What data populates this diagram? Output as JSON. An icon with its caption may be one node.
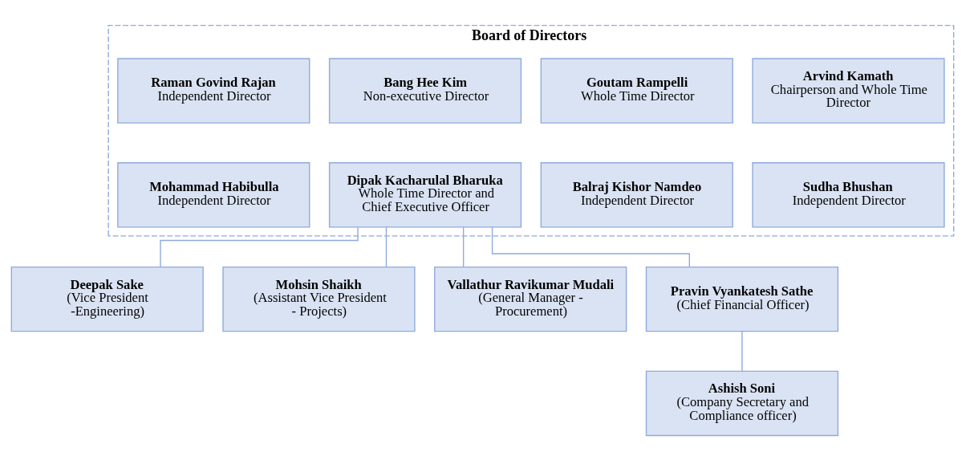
{
  "diagram": {
    "nodes": [
      {
        "text": [
          "Board of Directors"
        ]
      },
      {
        "text": [
          "Arvind Kamath",
          "Chairperson and Whole Time Director"
        ],
        "in": 0
      },
      {
        "text": [
          "Goutam Rampelli",
          "Whole Time Director"
        ],
        "in": 0
      },
      {
        "text": [
          "Bang Hee Kim",
          "Non-executive Director"
        ],
        "in": 0
      },
      {
        "text": [
          "Raman Govind Rajan",
          "Independent Director"
        ],
        "in": 0
      },
      {
        "text": [
          "Sudha Bhushan",
          "Independent Director"
        ],
        "in": 0
      },
      {
        "text": [
          "Balraj Kishor Namdeo",
          "Independent Director"
        ],
        "in": 0
      },
      {
        "text": [
          "Dipak Kacharulal Bharuka",
          "Whole Time Director and Chief Executive Officer"
        ],
        "in": 0
      },
      {
        "text": [
          "Mohammad Habibulla",
          "Independent Director"
        ],
        "in": 0
      },
      {
        "text": [
          "Deepak Sake",
          "(Vice President -Engineering)"
        ]
      },
      {
        "text": [
          "Mohsin Shaikh",
          "(Assistant Vice President - Projects)"
        ]
      },
      {
        "text": [
          "Vallathur Ravikumar Mudali",
          "(General Manager - Procurement)"
        ]
      },
      {
        "text": [
          "Pravin Vyankatesh Sathe",
          "(Chief Financial Officer)"
        ]
      },
      {
        "text": [
          "Ashish Soni",
          "(Company Secretary and Compliance officer)"
        ]
      }
    ],
    "edges": [
      {
        "from": 7,
        "to": 9,
        "arrow": "none"
      },
      {
        "from": 7,
        "to": 10,
        "arrow": "none"
      },
      {
        "from": 7,
        "to": 11,
        "arrow": "none"
      },
      {
        "from": 7,
        "to": 12,
        "arrow": "none"
      },
      {
        "from": 12,
        "to": 13,
        "arrow": "none"
      }
    ]
  }
}
